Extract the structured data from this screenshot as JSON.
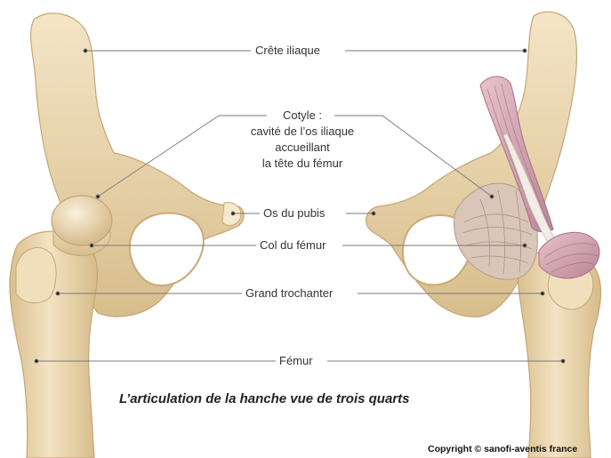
{
  "labels": {
    "crete_iliaque": "Crête iliaque",
    "cotyle_line1": "Cotyle :",
    "cotyle_line2": "cavité de l’os iliaque",
    "cotyle_line3": "accueillant",
    "cotyle_line4": "la tête du fémur",
    "os_du_pubis": "Os du pubis",
    "col_du_femur": "Col du fémur",
    "grand_trochanter": "Grand trochanter",
    "femur": "Fémur"
  },
  "caption": "L’articulation de la hanche vue de trois quarts",
  "copyright": "Copyright © sanofi-aventis france",
  "colors": {
    "bone": "#efdcb5",
    "bone_shadow": "#c9ad7d",
    "bone_highlight": "#fbf1dc",
    "ligament": "#d7a7b4",
    "ligament_dark": "#b97a8c",
    "leader_line": "#7a7a7a",
    "text": "#333333"
  }
}
